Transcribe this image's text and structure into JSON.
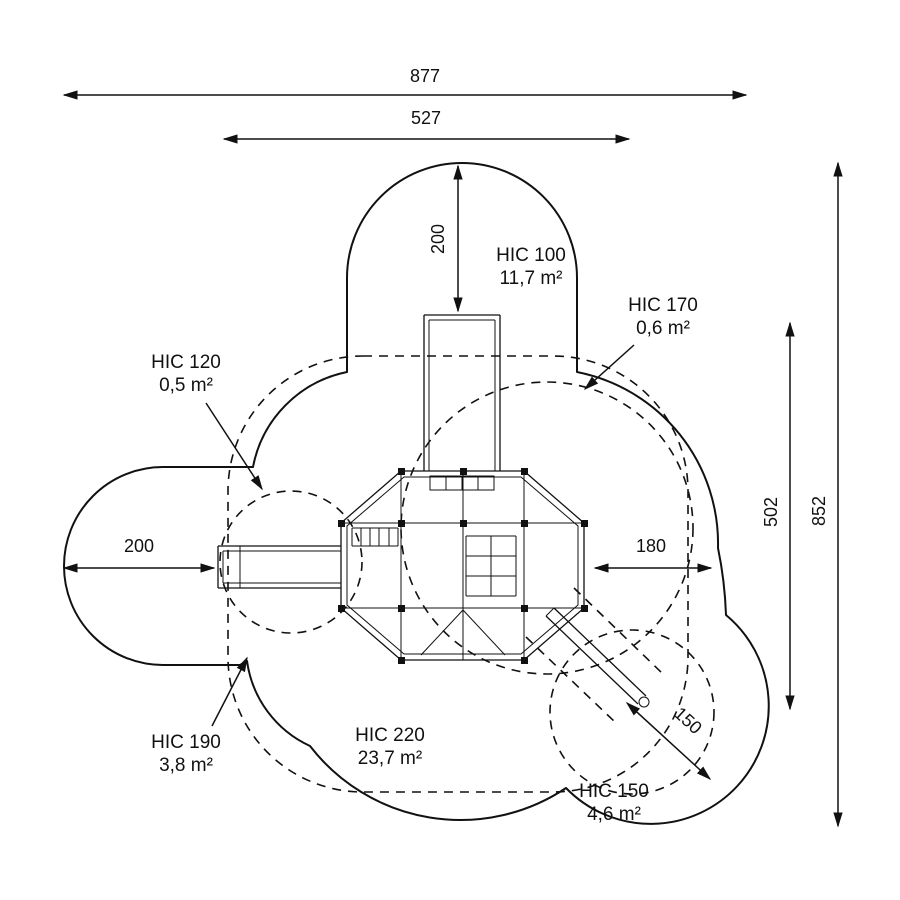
{
  "diagram": {
    "type": "playground-safety-zone-plan",
    "colors": {
      "line": "#111111",
      "background": "#ffffff"
    }
  },
  "dimensions": {
    "overall_width": "877",
    "upper_width": "527",
    "top_depth": "200",
    "left_extension": "200",
    "right_extension": "180",
    "inner_height": "502",
    "overall_height": "852",
    "slide_extension": "150"
  },
  "zones": {
    "hic100": {
      "name": "HIC 100",
      "area": "11,7 m²"
    },
    "hic170": {
      "name": "HIC 170",
      "area": "0,6 m²"
    },
    "hic120": {
      "name": "HIC 120",
      "area": "0,5 m²"
    },
    "hic190": {
      "name": "HIC 190",
      "area": "3,8 m²"
    },
    "hic220": {
      "name": "HIC 220",
      "area": "23,7 m²"
    },
    "hic150": {
      "name": "HIC 150",
      "area": "4,6 m²"
    }
  }
}
